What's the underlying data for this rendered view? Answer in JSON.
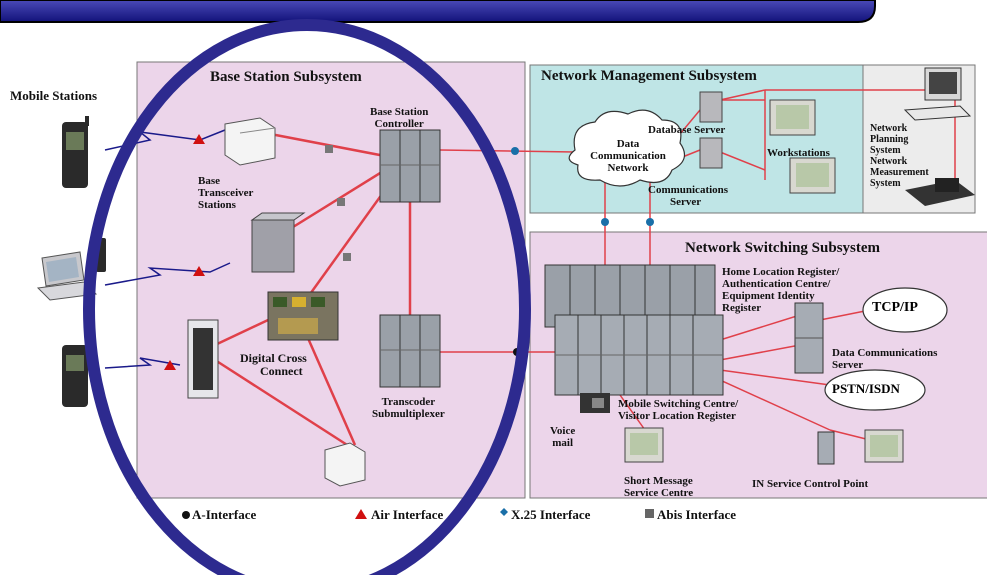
{
  "subsystems": {
    "bss": "Base Station Subsystem",
    "nms": "Network Management Subsystem",
    "nss": "Network Switching Subsystem"
  },
  "labels": {
    "mobile_stations": "Mobile Stations",
    "bsc_line1": "Base Station",
    "bsc_line2": "Controller",
    "bts_line1": "Base",
    "bts_line2": "Transceiver",
    "bts_line3": "Stations",
    "dcc_line1": "Digital Cross",
    "dcc_line2": "Connect",
    "tsm_line1": "Transcoder",
    "tsm_line2": "Submultiplexer",
    "dcn_line1": "Data",
    "dcn_line2": "Communication",
    "dcn_line3": "Network",
    "db_server": "Database Server",
    "workstations": "Workstations",
    "comm_server_line1": "Communications",
    "comm_server_line2": "Server",
    "nps_line1": "Network",
    "nps_line2": "Planning",
    "nps_line3": "System",
    "nmeas_line1": "Network",
    "nmeas_line2": "Measurement",
    "nmeas_line3": "System",
    "hlr_line1": "Home Location Register/",
    "hlr_line2": "Authentication Centre/",
    "hlr_line3": "Equipment Identity",
    "hlr_line4": "Register",
    "tcpip": "TCP/IP",
    "dcs_line1": "Data Communications",
    "dcs_line2": "Server",
    "pstn": "PSTN/ISDN",
    "msc_line1": "Mobile Switching Centre/",
    "msc_line2": "Visitor Location Register",
    "voicemail_line1": "Voice",
    "voicemail_line2": "mail",
    "smsc_line1": "Short Message",
    "smsc_line2": "Service Centre",
    "inscp": "IN Service Control Point"
  },
  "legend": {
    "a_interface": "A-Interface",
    "air_interface": "Air Interface",
    "x25_interface": "X.25 Interface",
    "abis_interface": "Abis Interface"
  },
  "colors": {
    "bss_bg": "#ecd5ea",
    "nms_bg": "#bfe5e6",
    "nss_bg": "#ecd5ea",
    "ellipse": "#2d2a8f",
    "link": "#e0404a",
    "air_marker": "#d01010",
    "abis_marker": "#777777",
    "x25_marker": "#1a6fa8",
    "title_bar": "#1a1a8a"
  }
}
